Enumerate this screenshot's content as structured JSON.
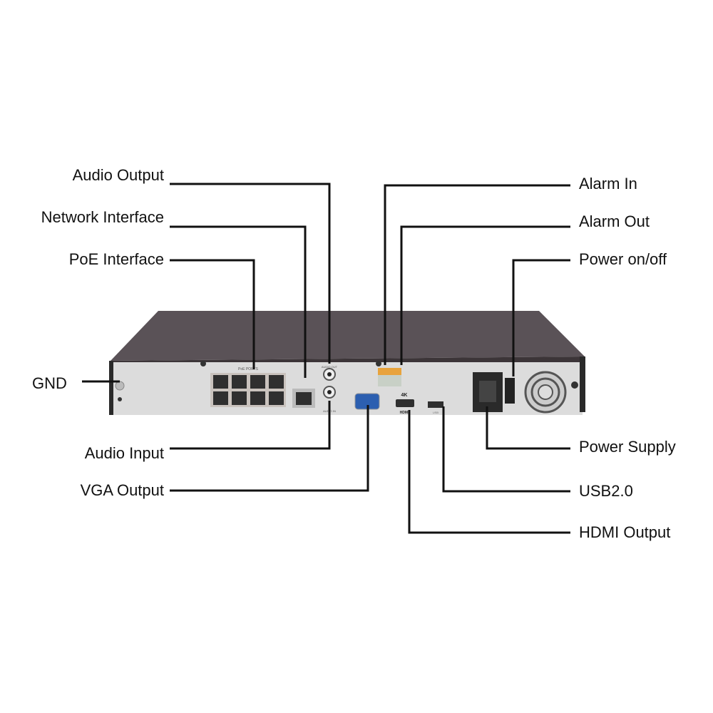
{
  "labels": {
    "audio_output": "Audio Output",
    "network_interface": "Network Interface",
    "poe_interface": "PoE Interface",
    "gnd": "GND",
    "audio_input": "Audio Input",
    "vga_output": "VGA Output",
    "alarm_in": "Alarm In",
    "alarm_out": "Alarm Out",
    "power_onoff": "Power on/off",
    "power_supply": "Power Supply",
    "usb": "USB2.0",
    "hdmi_output": "HDMI Output"
  },
  "panel_text": {
    "poe_ports": "PoE PORTS",
    "audio_out": "AUDIO OUT",
    "audio_in": "AUDIO IN",
    "hdmi_4k": "4K",
    "hdmi": "HDMI",
    "usb": "USB"
  },
  "colors": {
    "top": "#5a5257",
    "panel": "#dcdcdc",
    "line": "#111111",
    "vga": "#2c5fb0",
    "alarm": "#e8a33c"
  }
}
